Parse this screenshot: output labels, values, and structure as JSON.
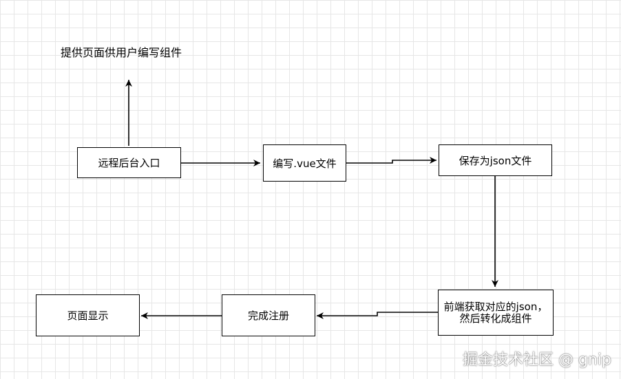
{
  "diagram": {
    "top_label": "提供页面供用户编写组件",
    "nodes": {
      "backend": "远程后台入口",
      "write_vue": "编写.vue文件",
      "save_json": "保存为json文件",
      "frontend_fetch": "前端获取对应的json，然后转化成组件",
      "register": "完成注册",
      "display": "页面显示"
    }
  },
  "watermark": "掘金技术社区 @ gnip"
}
